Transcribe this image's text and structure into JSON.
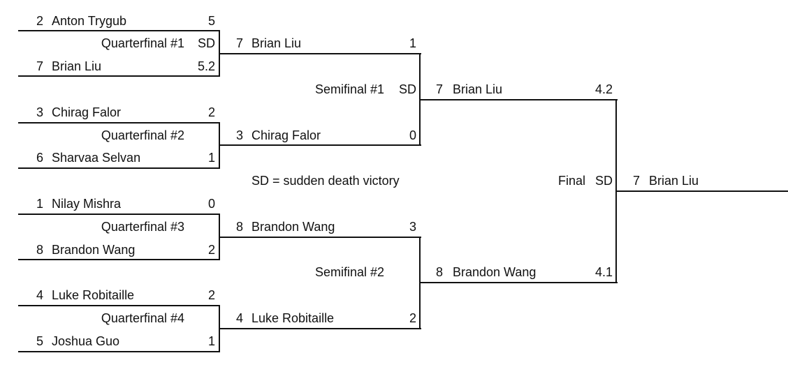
{
  "legend": "SD = sudden death victory",
  "quarterfinals": [
    {
      "label": "Quarterfinal #1",
      "result_mark": "SD",
      "top": {
        "seed": "2",
        "name": "Anton Trygub",
        "score": "5"
      },
      "bottom": {
        "seed": "7",
        "name": "Brian Liu",
        "score": "5.2"
      }
    },
    {
      "label": "Quarterfinal #2",
      "result_mark": "",
      "top": {
        "seed": "3",
        "name": "Chirag Falor",
        "score": "2"
      },
      "bottom": {
        "seed": "6",
        "name": "Sharvaa Selvan",
        "score": "1"
      }
    },
    {
      "label": "Quarterfinal #3",
      "result_mark": "",
      "top": {
        "seed": "1",
        "name": "Nilay Mishra",
        "score": "0"
      },
      "bottom": {
        "seed": "8",
        "name": "Brandon Wang",
        "score": "2"
      }
    },
    {
      "label": "Quarterfinal #4",
      "result_mark": "",
      "top": {
        "seed": "4",
        "name": "Luke Robitaille",
        "score": "2"
      },
      "bottom": {
        "seed": "5",
        "name": "Joshua Guo",
        "score": "1"
      }
    }
  ],
  "semifinals": [
    {
      "label": "Semifinal #1",
      "result_mark": "SD",
      "top": {
        "seed": "7",
        "name": "Brian Liu",
        "score": "1"
      },
      "bottom": {
        "seed": "3",
        "name": "Chirag Falor",
        "score": "0"
      }
    },
    {
      "label": "Semifinal #2",
      "result_mark": "",
      "top": {
        "seed": "8",
        "name": "Brandon Wang",
        "score": "3"
      },
      "bottom": {
        "seed": "4",
        "name": "Luke Robitaille",
        "score": "2"
      }
    }
  ],
  "final": {
    "label": "Final",
    "result_mark": "SD",
    "top": {
      "seed": "7",
      "name": "Brian Liu",
      "score": "4.2"
    },
    "bottom": {
      "seed": "8",
      "name": "Brandon Wang",
      "score": "4.1"
    }
  },
  "champion": {
    "seed": "7",
    "name": "Brian Liu"
  }
}
